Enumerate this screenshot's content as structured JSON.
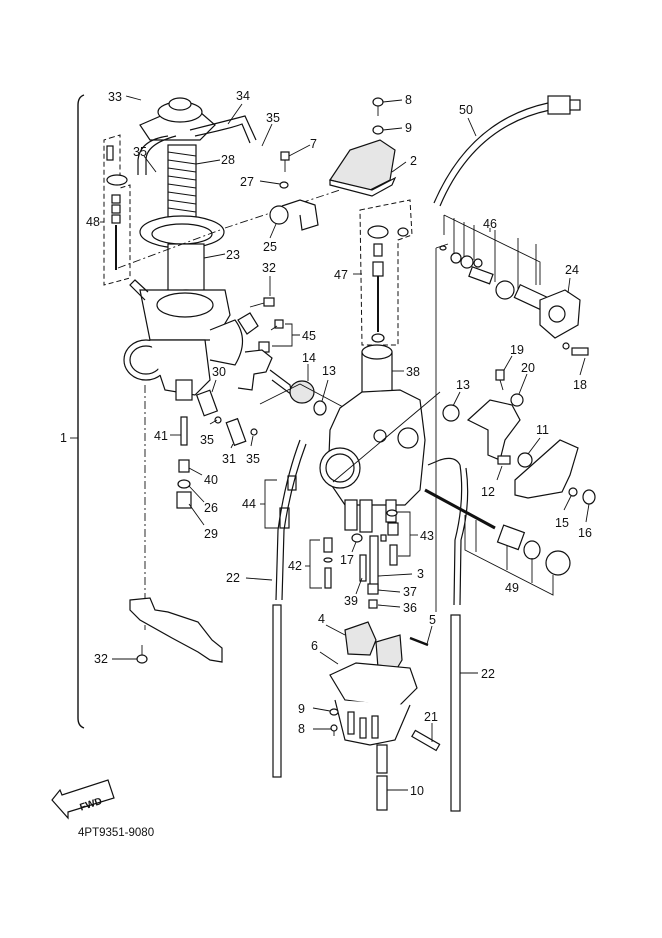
{
  "diagram": {
    "title": "Carburetor exploded parts diagram",
    "assembly_label": "1",
    "part_code": "4PT9351-9080",
    "fwd_arrow_text": "FWD",
    "callouts": [
      {
        "id": "c33",
        "label": "33",
        "part": "screw"
      },
      {
        "id": "c34",
        "label": "34",
        "part": "cap-pipe"
      },
      {
        "id": "c35a",
        "label": "35",
        "part": "clip"
      },
      {
        "id": "c7",
        "label": "7",
        "part": "screw"
      },
      {
        "id": "c35b",
        "label": "35",
        "part": "clip"
      },
      {
        "id": "c28",
        "label": "28",
        "part": "spring"
      },
      {
        "id": "c27",
        "label": "27",
        "part": "washer"
      },
      {
        "id": "c48",
        "label": "48",
        "part": "needle-set"
      },
      {
        "id": "c25",
        "label": "25",
        "part": "holder"
      },
      {
        "id": "c23",
        "label": "23",
        "part": "diaphragm-piston"
      },
      {
        "id": "c32a",
        "label": "32",
        "part": "screw"
      },
      {
        "id": "c45",
        "label": "45",
        "part": "screw-set"
      },
      {
        "id": "c8a",
        "label": "8",
        "part": "screw"
      },
      {
        "id": "c9a",
        "label": "9",
        "part": "washer"
      },
      {
        "id": "c2",
        "label": "2",
        "part": "cover"
      },
      {
        "id": "c50",
        "label": "50",
        "part": "cable"
      },
      {
        "id": "c46",
        "label": "46",
        "part": "valve-set"
      },
      {
        "id": "c24",
        "label": "24",
        "part": "cover"
      },
      {
        "id": "c47",
        "label": "47",
        "part": "needle-jet-set"
      },
      {
        "id": "c18",
        "label": "18",
        "part": "screw"
      },
      {
        "id": "c19",
        "label": "19",
        "part": "screw"
      },
      {
        "id": "c20",
        "label": "20",
        "part": "nut"
      },
      {
        "id": "c14",
        "label": "14",
        "part": "spring"
      },
      {
        "id": "c13a",
        "label": "13",
        "part": "collar"
      },
      {
        "id": "c38",
        "label": "38",
        "part": "body"
      },
      {
        "id": "c13b",
        "label": "13",
        "part": "collar"
      },
      {
        "id": "c30",
        "label": "30",
        "part": "hose"
      },
      {
        "id": "c11",
        "label": "11",
        "part": "lever"
      },
      {
        "id": "c41",
        "label": "41",
        "part": "rod"
      },
      {
        "id": "c35c",
        "label": "35",
        "part": "clip"
      },
      {
        "id": "c31",
        "label": "31",
        "part": "hose"
      },
      {
        "id": "c35d",
        "label": "35",
        "part": "clip"
      },
      {
        "id": "c12",
        "label": "12",
        "part": "screw"
      },
      {
        "id": "c40",
        "label": "40",
        "part": "screw"
      },
      {
        "id": "c15",
        "label": "15",
        "part": "washer"
      },
      {
        "id": "c16",
        "label": "16",
        "part": "nut"
      },
      {
        "id": "c26",
        "label": "26",
        "part": "washer"
      },
      {
        "id": "c29",
        "label": "29",
        "part": "plug"
      },
      {
        "id": "c44",
        "label": "44",
        "part": "screw-set"
      },
      {
        "id": "c43",
        "label": "43",
        "part": "jet-set"
      },
      {
        "id": "c42a",
        "label": "42",
        "part": "screw-set"
      },
      {
        "id": "c17",
        "label": "17",
        "part": "washer"
      },
      {
        "id": "c3",
        "label": "3",
        "part": "needle-jet"
      },
      {
        "id": "c22a",
        "label": "22",
        "part": "hose"
      },
      {
        "id": "c49",
        "label": "49",
        "part": "starter-plunger-set"
      },
      {
        "id": "c39",
        "label": "39",
        "part": "jet"
      },
      {
        "id": "c37",
        "label": "37",
        "part": "holder"
      },
      {
        "id": "c36",
        "label": "36",
        "part": "main-jet"
      },
      {
        "id": "c4",
        "label": "4",
        "part": "float"
      },
      {
        "id": "c5",
        "label": "5",
        "part": "pin"
      },
      {
        "id": "c6",
        "label": "6",
        "part": "gasket"
      },
      {
        "id": "c32b",
        "label": "32",
        "part": "screw"
      },
      {
        "id": "c22b",
        "label": "22",
        "part": "hose"
      },
      {
        "id": "c9b",
        "label": "9",
        "part": "washer"
      },
      {
        "id": "c21",
        "label": "21",
        "part": "drain-screw"
      },
      {
        "id": "c8b",
        "label": "8",
        "part": "screw"
      },
      {
        "id": "c10",
        "label": "10",
        "part": "hose"
      }
    ]
  }
}
